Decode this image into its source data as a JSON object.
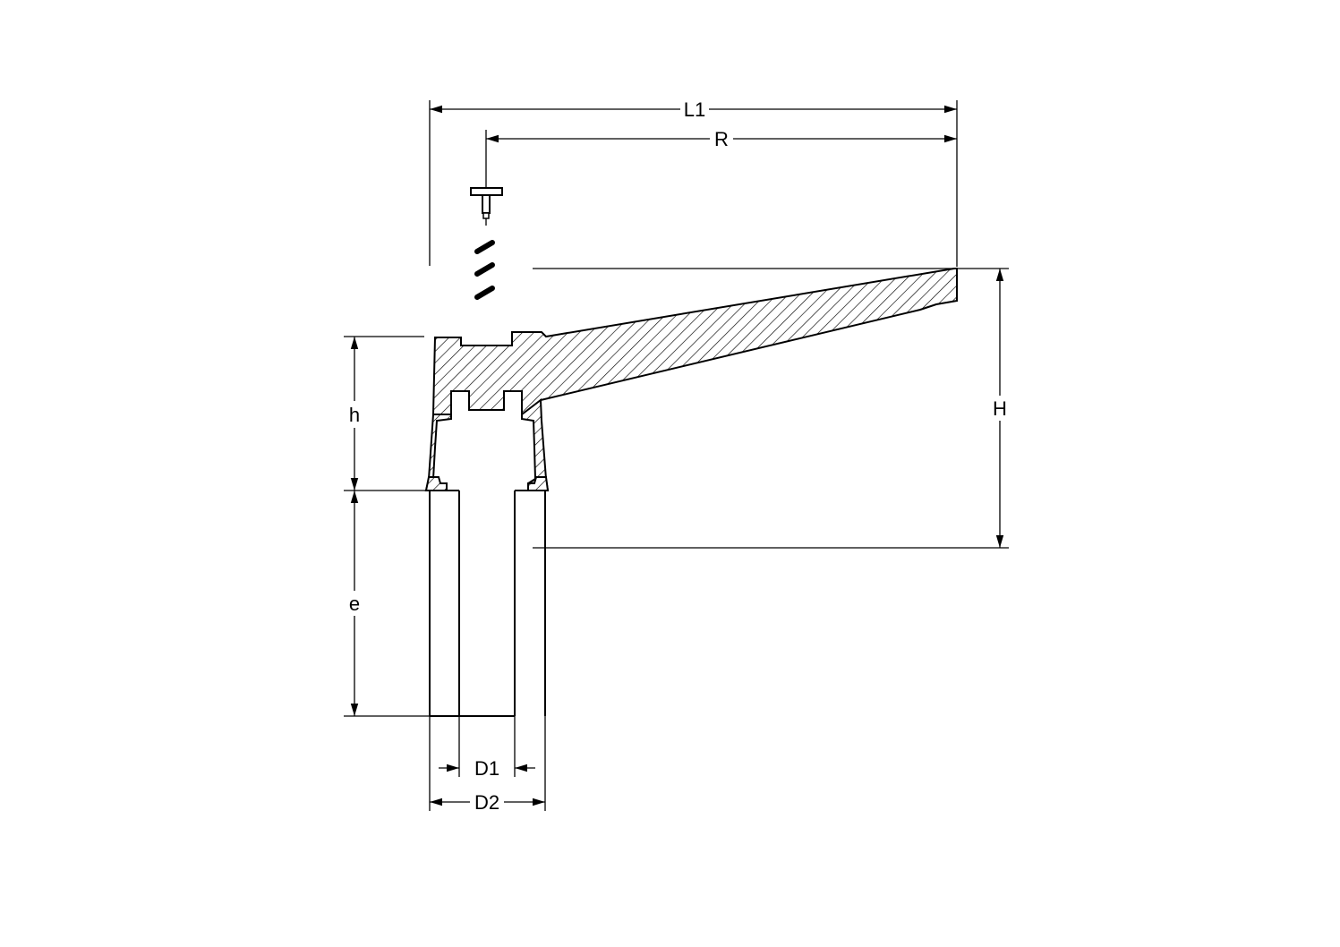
{
  "labels": {
    "L1": "L1",
    "R": "R",
    "H": "H",
    "h": "h",
    "e": "e",
    "D1": "D1",
    "D2": "D2"
  },
  "colors": {
    "line": "#000000",
    "background": "#ffffff"
  }
}
